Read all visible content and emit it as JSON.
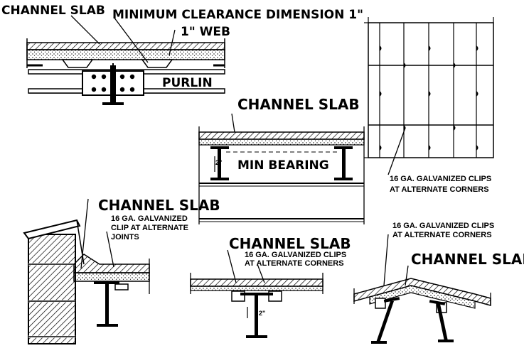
{
  "labels": {
    "tl_channel_slab": "CHANNEL SLAB",
    "min_clearance": "MINIMUM CLEARANCE DIMENSION 1\"",
    "web": "1\" WEB",
    "purlin": "PURLIN",
    "mid_channel_slab": "CHANNEL SLAB",
    "min_bearing": "MIN BEARING",
    "dim_2": "2\"",
    "grid_clips_line1": "16 GA. GALVANIZED CLIPS",
    "grid_clips_line2": "AT ALTERNATE CORNERS",
    "bl_channel_slab": "CHANNEL SLAB",
    "bl_clip_line1": "16 GA. GALVANIZED",
    "bl_clip_line2": "CLIP AT ALTERNATE",
    "bl_clip_line3": "JOINTS",
    "bm_channel_slab": "CHANNEL SLAB",
    "bm_clips_line1": "16 GA. GALVANIZED CLIPS",
    "bm_clips_line2": "AT ALTERNATE CORNERS",
    "bm_dim_2": "2\"",
    "br_clips_line1": "16 GA. GALVANIZED CLIPS",
    "br_clips_line2": "AT ALTERNATE CORNERS",
    "br_channel_slabs": "CHANNEL SLABS"
  }
}
